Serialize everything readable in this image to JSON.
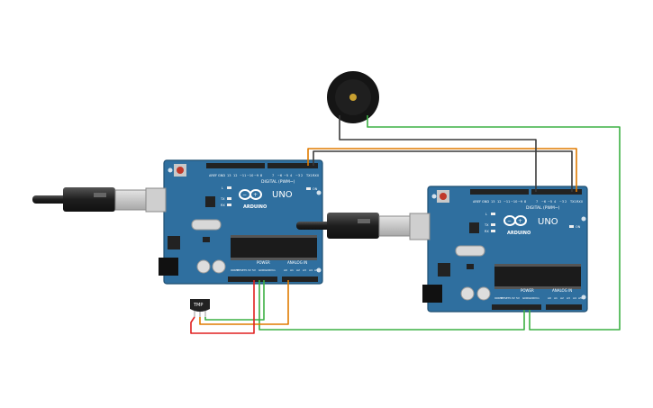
{
  "board_left": {
    "brand": "ARDUINO",
    "model": "UNO",
    "digital_label": "DIGITAL (PWM~)",
    "power_label": "POWER",
    "analog_label": "ANALOG IN",
    "on_label": "ON",
    "tx_label": "TX",
    "rx_label": "RX",
    "l_label": "L"
  },
  "board_right": {
    "brand": "ARDUINO",
    "model": "UNO",
    "digital_label": "DIGITAL (PWM~)",
    "power_label": "POWER",
    "analog_label": "ANALOG IN",
    "on_label": "ON",
    "tx_label": "TX",
    "rx_label": "RX",
    "l_label": "L"
  },
  "sensor": {
    "label": "TMP"
  },
  "colors": {
    "board": "#2f6f9f",
    "board_dark": "#1f4f72",
    "wire_orange": "#e07b00",
    "wire_black": "#3a3a3a",
    "wire_green": "#3cb043",
    "wire_red": "#e02020"
  }
}
